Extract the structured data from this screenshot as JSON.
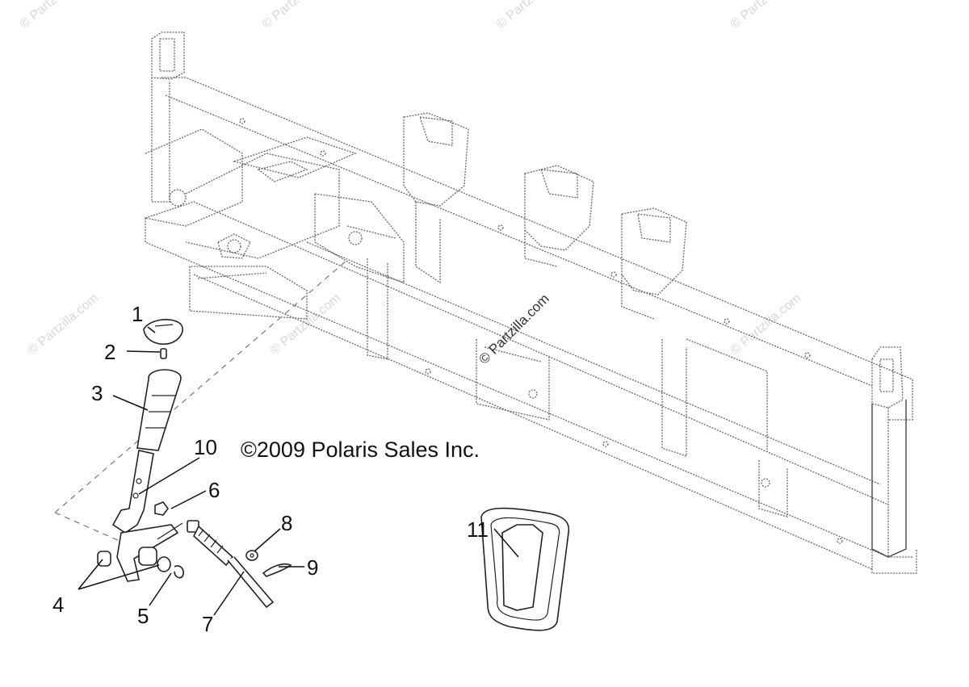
{
  "copyright": "©2009 Polaris Sales Inc.",
  "watermark": "© Partzilla.com",
  "callouts": [
    {
      "id": "1",
      "label": "1"
    },
    {
      "id": "2",
      "label": "2"
    },
    {
      "id": "3",
      "label": "3"
    },
    {
      "id": "4",
      "label": "4"
    },
    {
      "id": "5",
      "label": "5"
    },
    {
      "id": "6",
      "label": "6"
    },
    {
      "id": "7",
      "label": "7"
    },
    {
      "id": "8",
      "label": "8"
    },
    {
      "id": "9",
      "label": "9"
    },
    {
      "id": "10",
      "label": "10"
    },
    {
      "id": "11",
      "label": "11"
    }
  ]
}
